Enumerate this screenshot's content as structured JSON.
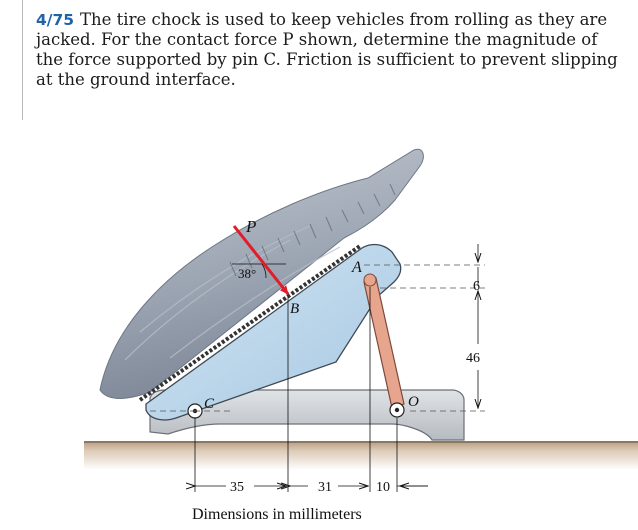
{
  "problem": {
    "number": "4/75",
    "text": "The tire chock is used to keep vehicles from rolling as they are jacked. For the contact force P shown, determine the magnitude of the force supported by pin C. Friction is sufficient to prevent slipping at the ground interface."
  },
  "figure": {
    "labels": {
      "force": "P",
      "angle": "38°",
      "point_a": "A",
      "point_b": "B",
      "point_c": "C",
      "point_o": "O"
    },
    "dimensions": {
      "horizontal": [
        "35",
        "31",
        "10"
      ],
      "vertical": [
        "6",
        "46"
      ]
    },
    "caption": "Dimensions in millimeters",
    "colors": {
      "tire": "#9ea6b4",
      "chock_plate": "#bcd7ec",
      "base": "#cbcfd4",
      "link": "#e8a58e",
      "ground": "#c6ae95",
      "force_arrow": "#e11d2a"
    }
  }
}
